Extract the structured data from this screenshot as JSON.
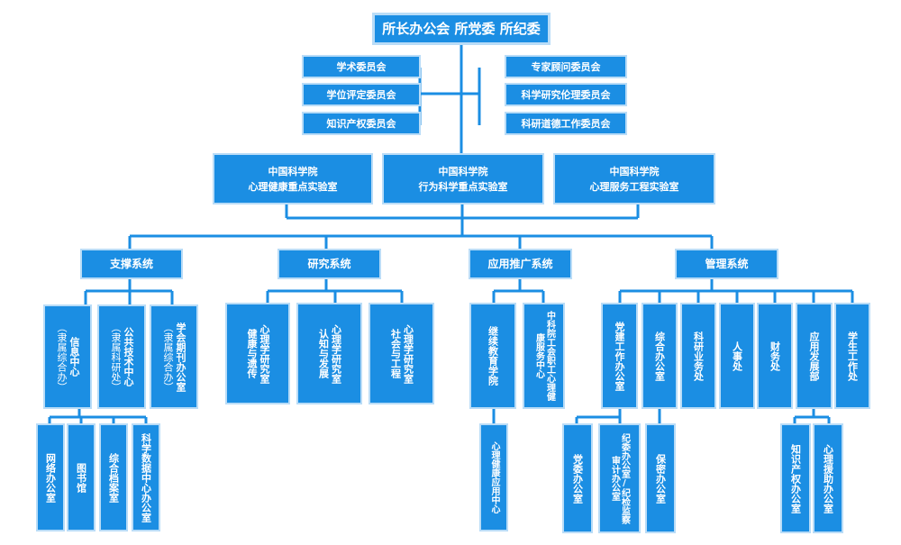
{
  "top": "所长办公会  所党委  所纪委",
  "committees_left": [
    "学术委员会",
    "学位评定委员会",
    "知识产权委员会"
  ],
  "committees_right": [
    "专家顾问委员会",
    "科学研究伦理委员会",
    "科研道德工作委员会"
  ],
  "labs": [
    {
      "l1": "中国科学院",
      "l2": "心理健康重点实验室"
    },
    {
      "l1": "中国科学院",
      "l2": "行为科学重点实验室"
    },
    {
      "l1": "中国科学院",
      "l2": "心理服务工程实验室"
    }
  ],
  "systems": [
    "支撑系统",
    "研究系统",
    "应用推广系统",
    "管理系统"
  ],
  "support": [
    {
      "name": "信息中心",
      "sub": "（隶属综合办）"
    },
    {
      "name": "公共技术中心",
      "sub": "（隶属科研处）"
    },
    {
      "name": "学会期刊办公室",
      "sub": "（隶属综合办）"
    }
  ],
  "support_children": [
    "网络办公室",
    "图书馆",
    "综合档案室",
    "科学数据中心办公室"
  ],
  "research": [
    {
      "a": "健康与遗传",
      "b": "心理学研究室"
    },
    {
      "a": "认知与发展",
      "b": "心理学研究室"
    },
    {
      "a": "社会与工程",
      "b": "心理学研究室"
    }
  ],
  "application": [
    "继续教育学院",
    "中科院工会职工心理健康服务中心"
  ],
  "application_children": [
    "心理健康应用中心"
  ],
  "management": [
    "党建工作办公室",
    "综合办公室",
    "科研业务处",
    "人事处",
    "财务处",
    "应用发展部",
    "学生工作处"
  ],
  "party_children": [
    "党委办公室",
    "纪委办公室/纪检监察审计办公室"
  ],
  "office_children": [
    "保密办公室"
  ],
  "dev_children": [
    "知识产权办公室",
    "心理援助办公室"
  ]
}
